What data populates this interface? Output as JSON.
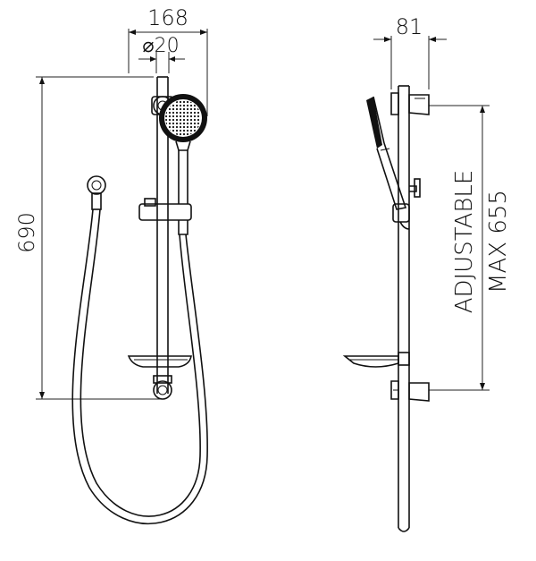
{
  "dimensions": {
    "width_overall": "168",
    "pipe_diameter": "⌀20",
    "height_overall": "690",
    "offset": "81",
    "adjustable_label": "ADJUSTABLE",
    "adjustable_max": "MAX 655"
  },
  "colors": {
    "line": "#111111",
    "background": "#ffffff"
  }
}
